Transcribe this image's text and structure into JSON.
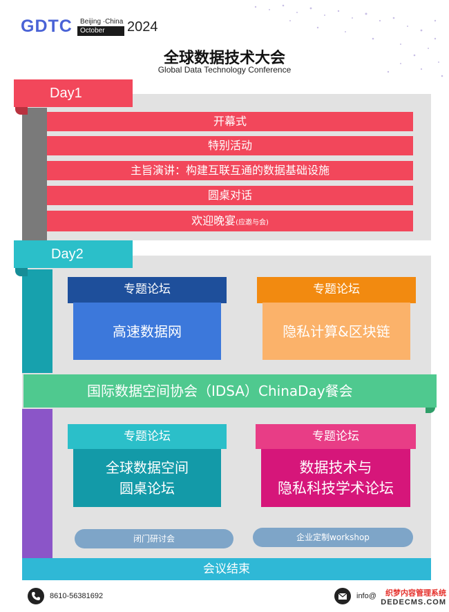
{
  "header": {
    "logo_text": "GDTC",
    "city": "Beijing  ·China",
    "month": "October",
    "year": "2024",
    "title_cn": "全球数据技术大会",
    "title_en": "Global Data Technology Conference"
  },
  "day1": {
    "label": "Day1",
    "items": [
      "开幕式",
      "特别活动",
      "主旨演讲：构建互联互通的数据基础设施",
      "圆桌对话"
    ],
    "last_item": "欢迎晚宴",
    "last_item_note": "(应邀与会)"
  },
  "day2": {
    "label": "Day2",
    "forum_left_top": {
      "head": "专题论坛",
      "body": "高速数据网"
    },
    "forum_right_top": {
      "head": "专题论坛",
      "body": "隐私计算&区块链"
    },
    "banner": "国际数据空间协会（IDSA）ChinaDay餐会",
    "forum_left_bottom": {
      "head": "专题论坛",
      "body_line1": "全球数据空间",
      "body_line2": "圆桌论坛"
    },
    "forum_right_bottom": {
      "head": "专题论坛",
      "body_line1": "数据技术与",
      "body_line2": "隐私科技学术论坛"
    },
    "pill_left": "闭门研讨会",
    "pill_right": "企业定制workshop",
    "end": "会议结束"
  },
  "footer": {
    "phone": "8610-56381692",
    "email": "info@",
    "watermark_line1": "织梦内容管理系统",
    "watermark_line2": "DEDECMS.COM"
  },
  "colors": {
    "red": "#f2475b",
    "grey_spine": "#7a7a7a",
    "teal": "#2bbfc9",
    "navy": "#1e4f9b",
    "blue": "#3c78db",
    "orange": "#f28a10",
    "peach": "#fbb26a",
    "green": "#4fc98f",
    "purple": "#8b55c8",
    "pink": "#e83d86",
    "magenta": "#d6167a",
    "cyan": "#2fb8d6"
  }
}
